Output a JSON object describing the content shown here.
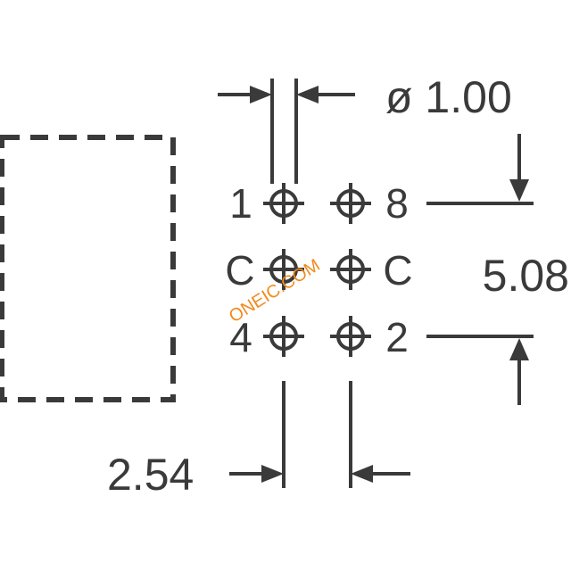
{
  "dimensions": {
    "hole_diameter": "ø 1.00",
    "row_pitch": "5.08",
    "column_pitch": "2.54"
  },
  "pin_labels": {
    "top_left": "1",
    "top_right": "8",
    "middle_left": "C",
    "middle_right": "C",
    "bottom_left": "4",
    "bottom_right": "2"
  },
  "watermark": "ONEIC.COM",
  "colors": {
    "line": "#3a3a3a",
    "watermark": "#f08a1c",
    "background": "#ffffff"
  }
}
